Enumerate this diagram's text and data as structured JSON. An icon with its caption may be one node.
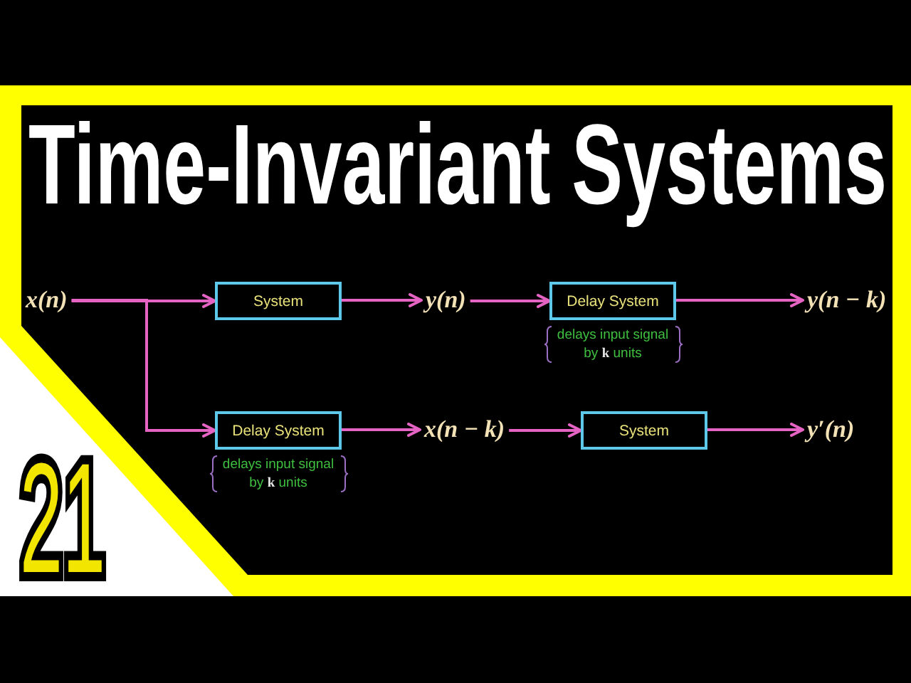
{
  "diagram": {
    "title": "Time-Invariant Systems",
    "nodes": [
      {
        "text": [
          "x(n)"
        ]
      },
      {
        "text": [
          "System"
        ]
      },
      {
        "text": [
          "y(n)"
        ]
      },
      {
        "text": [
          "Delay System"
        ],
        "beside": [
          "delays input signal by **k** units"
        ]
      },
      {
        "text": [
          "y(n − k)"
        ]
      },
      {
        "text": [
          "Delay System"
        ],
        "beside": [
          "delays input signal by **k** units"
        ]
      },
      {
        "text": [
          "x(n − k)"
        ]
      },
      {
        "text": [
          "System"
        ]
      },
      {
        "text": [
          "y′(n)"
        ]
      }
    ],
    "edges": [
      {
        "from": 0,
        "to": 1,
        "arrow": "to"
      },
      {
        "from": 0,
        "to": 5,
        "arrow": "to"
      },
      {
        "from": 1,
        "to": 2,
        "arrow": "to"
      },
      {
        "from": 2,
        "to": 3,
        "arrow": "to"
      },
      {
        "from": 3,
        "to": 4,
        "arrow": "to"
      },
      {
        "from": 5,
        "to": 6,
        "arrow": "to"
      },
      {
        "from": 6,
        "to": 7,
        "arrow": "to"
      },
      {
        "from": 7,
        "to": 8,
        "arrow": "to"
      }
    ],
    "labels": [
      "21"
    ]
  }
}
